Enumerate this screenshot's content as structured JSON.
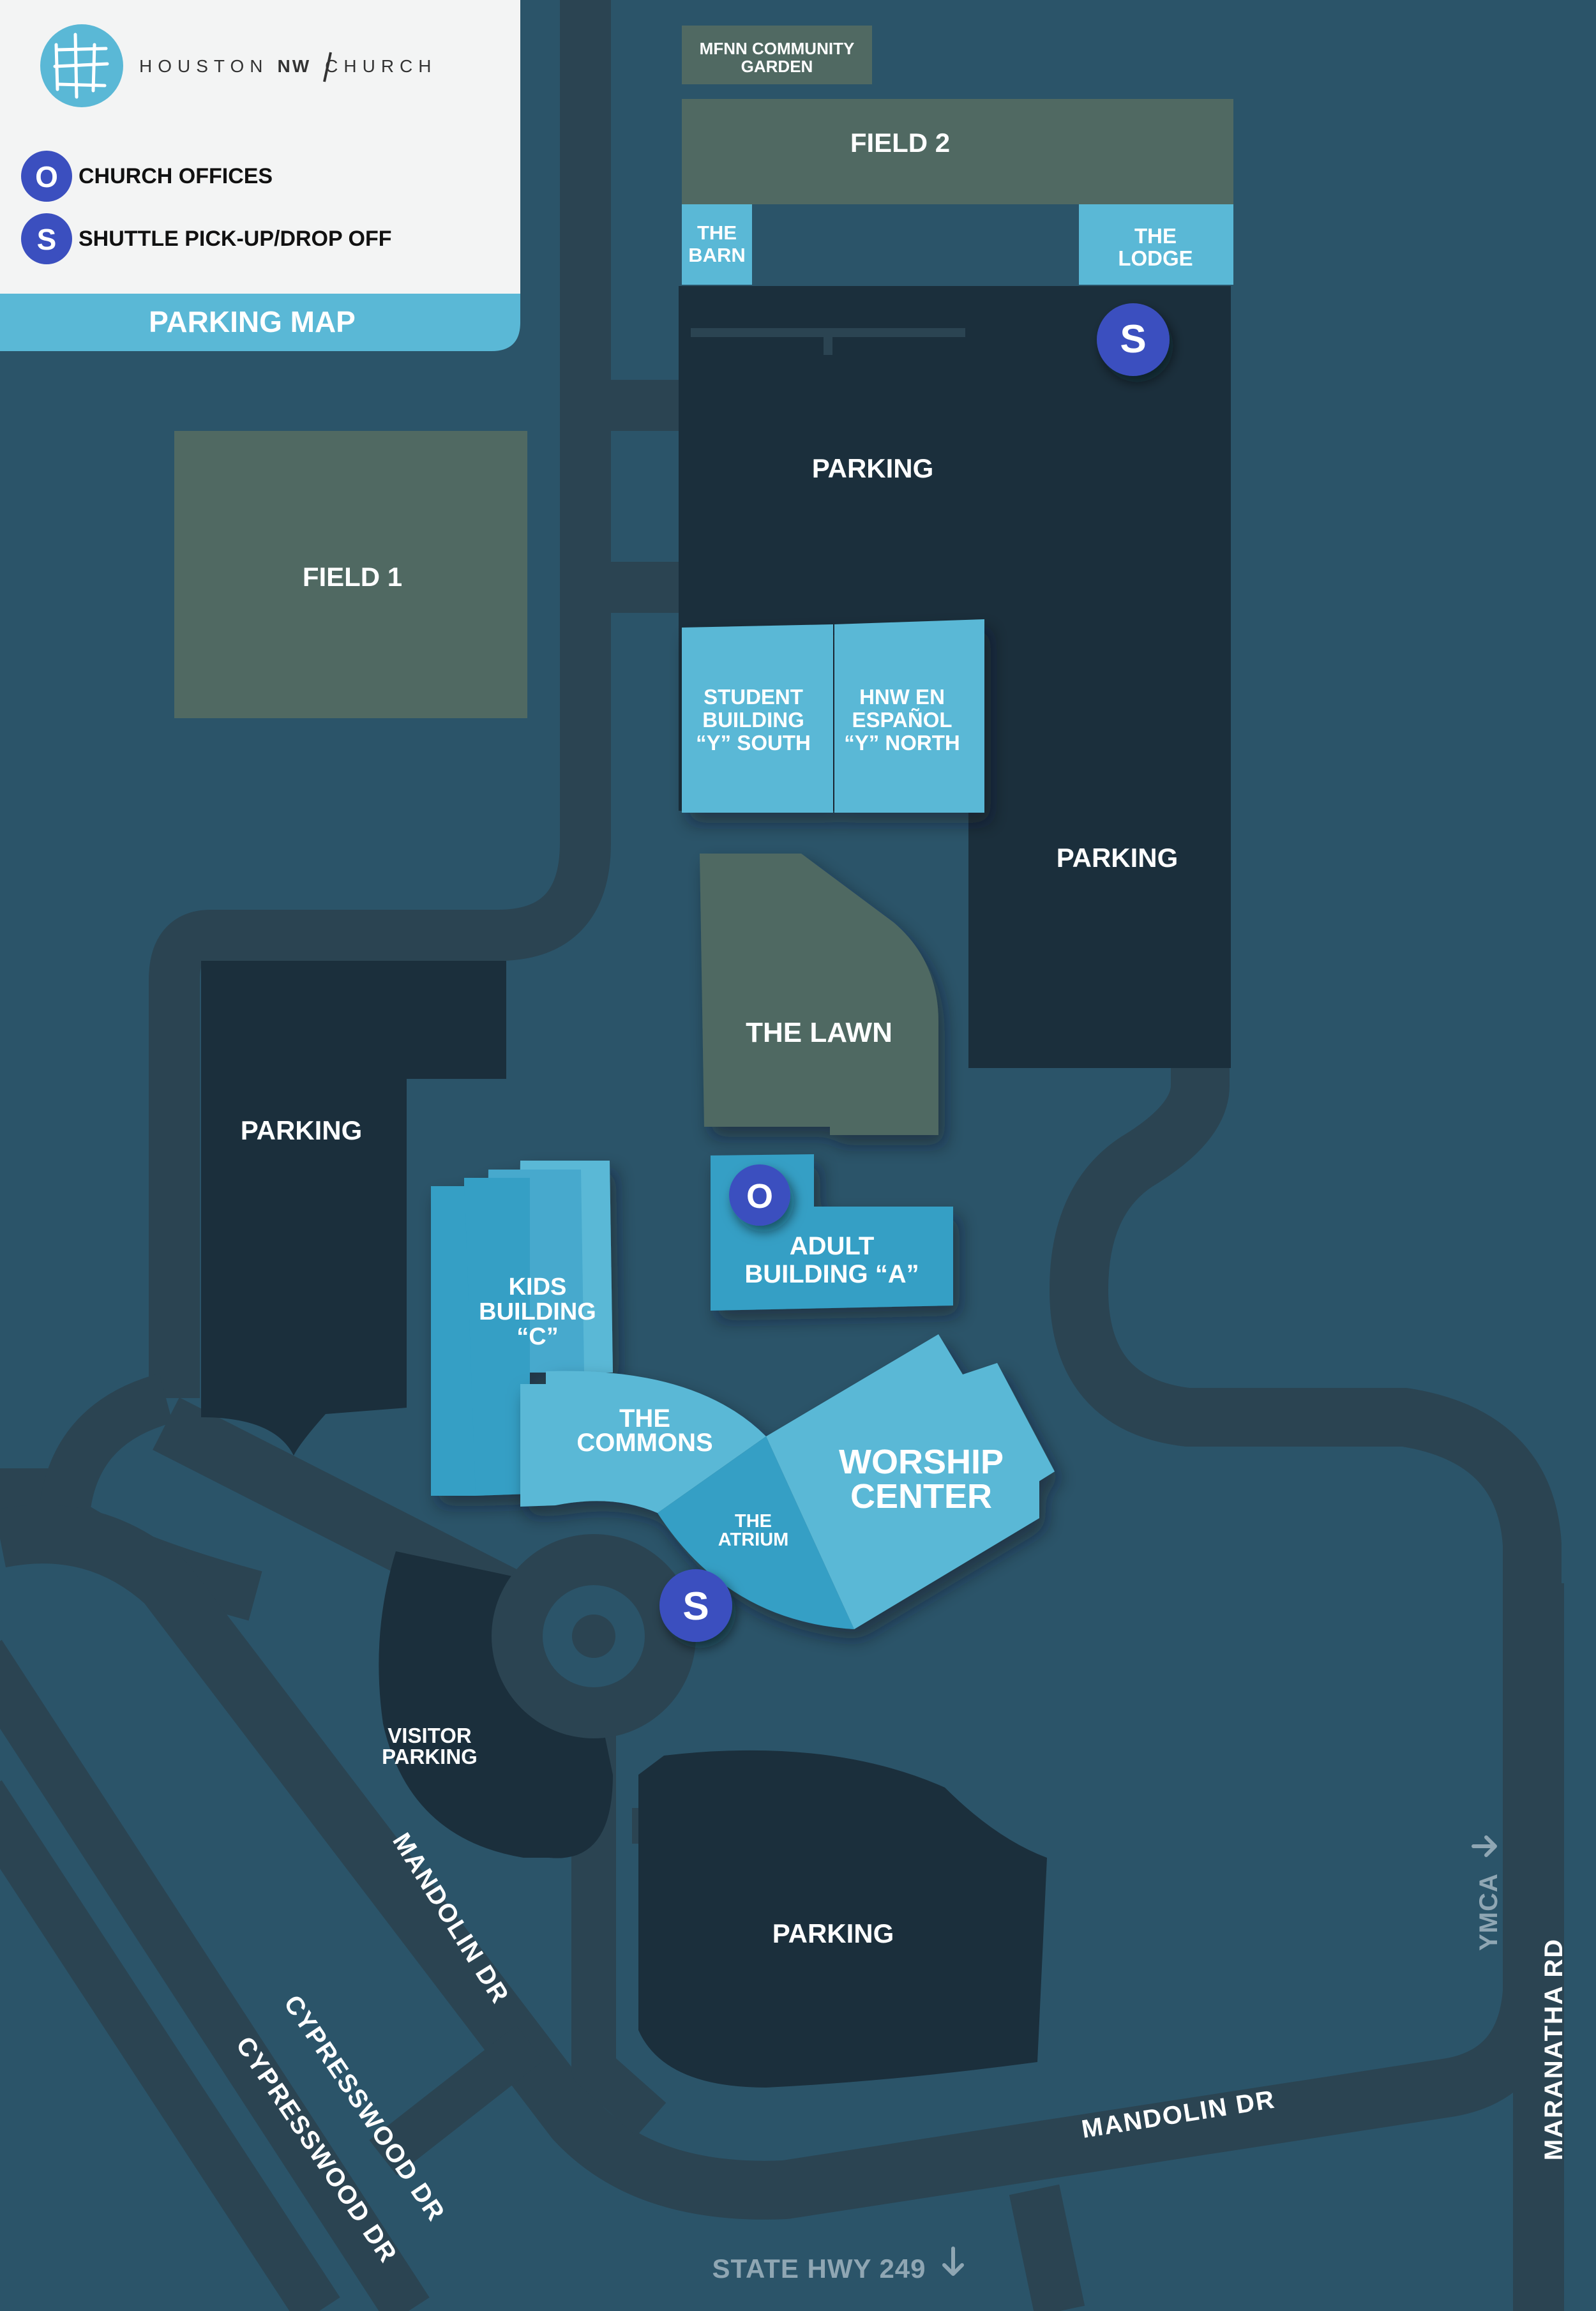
{
  "brand": {
    "name_light": "HOUSTON",
    "name_bold": "NW",
    "name_suffix": "CHURCH",
    "logo_icon": "cross-logo-icon",
    "color": "#5ab8d6"
  },
  "legend": {
    "items": [
      {
        "letter": "O",
        "label": "CHURCH OFFICES"
      },
      {
        "letter": "S",
        "label": "SHUTTLE PICK-UP/DROP OFF"
      }
    ],
    "marker_color": "#3b4fbf"
  },
  "map_title": "PARKING MAP",
  "areas": {
    "garden": [
      "MFNN COMMUNITY",
      "GARDEN"
    ],
    "field2": "FIELD 2",
    "barn": [
      "THE",
      "BARN"
    ],
    "lodge": [
      "THE",
      "LODGE"
    ],
    "field1": "FIELD 1",
    "parking": "PARKING",
    "student": [
      "STUDENT",
      "BUILDING",
      "“Y” SOUTH"
    ],
    "espanol": [
      "HNW EN",
      "ESPAÑOL",
      "“Y” NORTH"
    ],
    "lawn": "THE LAWN",
    "adult": [
      "ADULT",
      "BUILDING “A”"
    ],
    "kids": [
      "KIDS",
      "BUILDING",
      "“C”"
    ],
    "commons": [
      "THE",
      "COMMONS"
    ],
    "atrium": [
      "THE",
      "ATRIUM"
    ],
    "worship": [
      "WORSHIP",
      "CENTER"
    ],
    "visitor": [
      "VISITOR",
      "PARKING"
    ]
  },
  "markers": {
    "office": "O",
    "shuttle": "S"
  },
  "roads": {
    "mandolin": "MANDOLIN DR",
    "cypresswood": "CYPRESSWOOD DR",
    "maranatha": "MARANATHA RD",
    "ymca": "YMCA",
    "hwy": "STATE HWY 249"
  },
  "colors": {
    "background": "#2b5469",
    "road": "#2b4452",
    "parking": "#1b2f3c",
    "field": "#506962",
    "building_light": "#5ab8d6",
    "building_mid": "#46a9cd",
    "building_dark": "#349fc5"
  }
}
